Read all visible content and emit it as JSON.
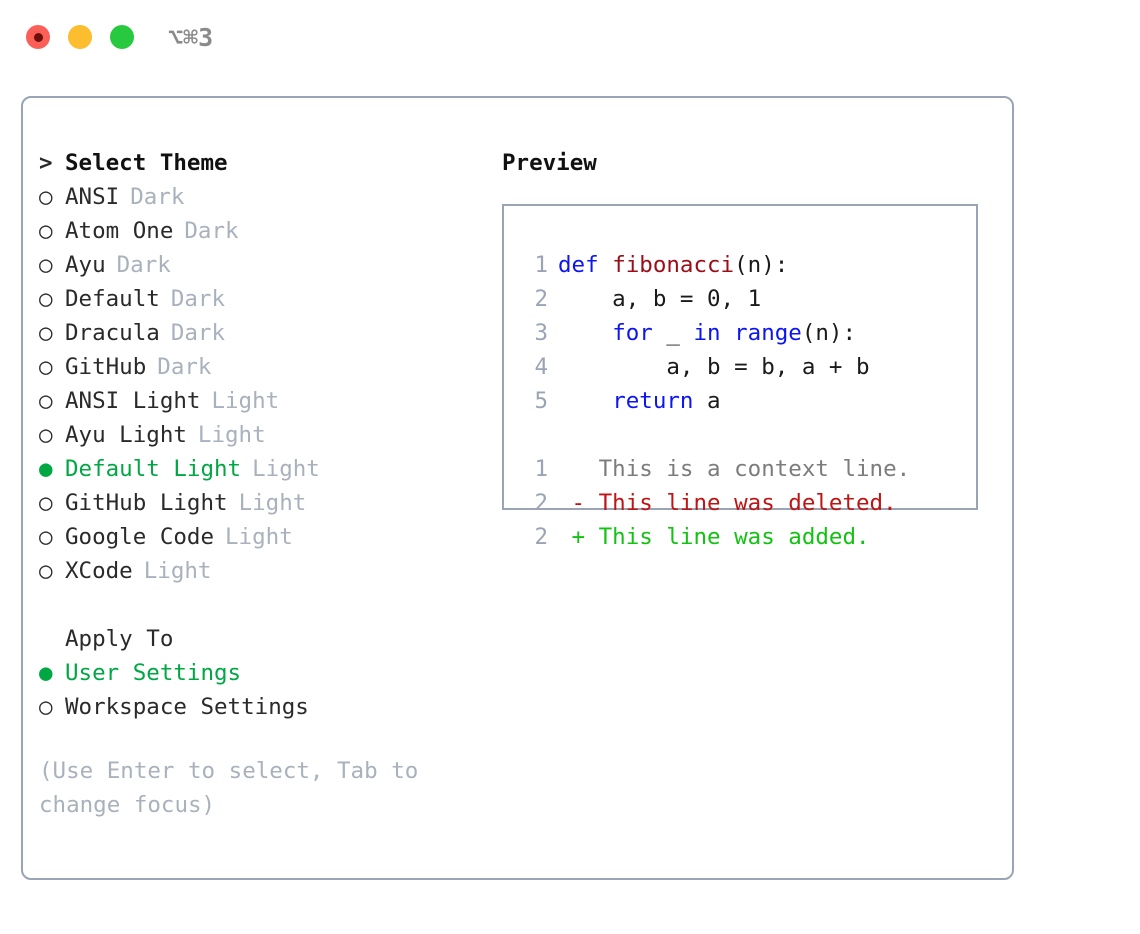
{
  "titlebar": {
    "shortcut": "⌥⌘3",
    "buttons": [
      {
        "name": "close",
        "color": "#fb5f57"
      },
      {
        "name": "minimize",
        "color": "#fcbd2e"
      },
      {
        "name": "maximize",
        "color": "#27c93f"
      }
    ]
  },
  "theme_picker": {
    "header_marker": ">",
    "header": "Select Theme",
    "markers": {
      "unselected": "○",
      "selected": "●"
    },
    "items": [
      {
        "name": "ANSI",
        "tag": "Dark",
        "selected": false
      },
      {
        "name": "Atom One",
        "tag": "Dark",
        "selected": false
      },
      {
        "name": "Ayu",
        "tag": "Dark",
        "selected": false
      },
      {
        "name": "Default",
        "tag": "Dark",
        "selected": false
      },
      {
        "name": "Dracula",
        "tag": "Dark",
        "selected": false
      },
      {
        "name": "GitHub",
        "tag": "Dark",
        "selected": false
      },
      {
        "name": "ANSI Light",
        "tag": "Light",
        "selected": false
      },
      {
        "name": "Ayu Light",
        "tag": "Light",
        "selected": false
      },
      {
        "name": "Default Light",
        "tag": "Light",
        "selected": true
      },
      {
        "name": "GitHub Light",
        "tag": "Light",
        "selected": false
      },
      {
        "name": "Google Code",
        "tag": "Light",
        "selected": false
      },
      {
        "name": "XCode",
        "tag": "Light",
        "selected": false
      }
    ]
  },
  "apply_to": {
    "header": "Apply To",
    "items": [
      {
        "name": "User Settings",
        "selected": true
      },
      {
        "name": "Workspace Settings",
        "selected": false
      }
    ]
  },
  "hint": "(Use Enter to select, Tab to change focus)",
  "preview": {
    "title": "Preview",
    "code_lines": [
      {
        "num": "1",
        "tokens": [
          {
            "t": "def",
            "c": "kw"
          },
          {
            "t": " ",
            "c": "plain"
          },
          {
            "t": "fibonacci",
            "c": "fn"
          },
          {
            "t": "(n):",
            "c": "plain"
          }
        ]
      },
      {
        "num": "2",
        "tokens": [
          {
            "t": "    a, b = 0, 1",
            "c": "plain"
          }
        ]
      },
      {
        "num": "3",
        "tokens": [
          {
            "t": "    ",
            "c": "plain"
          },
          {
            "t": "for",
            "c": "kw"
          },
          {
            "t": " _ ",
            "c": "plain"
          },
          {
            "t": "in",
            "c": "kw"
          },
          {
            "t": " ",
            "c": "plain"
          },
          {
            "t": "range",
            "c": "kw"
          },
          {
            "t": "(n):",
            "c": "plain"
          }
        ]
      },
      {
        "num": "4",
        "tokens": [
          {
            "t": "        a, b = b, a + b",
            "c": "plain"
          }
        ]
      },
      {
        "num": "5",
        "tokens": [
          {
            "t": "    ",
            "c": "plain"
          },
          {
            "t": "return",
            "c": "kw"
          },
          {
            "t": " a",
            "c": "plain"
          }
        ]
      }
    ],
    "diff_lines": [
      {
        "num": "1",
        "sign": " ",
        "text": "This is a context line.",
        "kind": "diff-ctx"
      },
      {
        "num": "2",
        "sign": "-",
        "text": "This line was deleted.",
        "kind": "diff-del"
      },
      {
        "num": "2",
        "sign": "+",
        "text": "This line was added.",
        "kind": "diff-add"
      }
    ]
  },
  "colors": {
    "accent_green": "#00a843",
    "border": "#9aa4b4",
    "muted": "#a9b1bd",
    "keyword": "#0b16f0",
    "function": "#9c0d18",
    "diff_add": "#12c312",
    "diff_del": "#c01414",
    "diff_ctx": "#7c7c7c"
  }
}
